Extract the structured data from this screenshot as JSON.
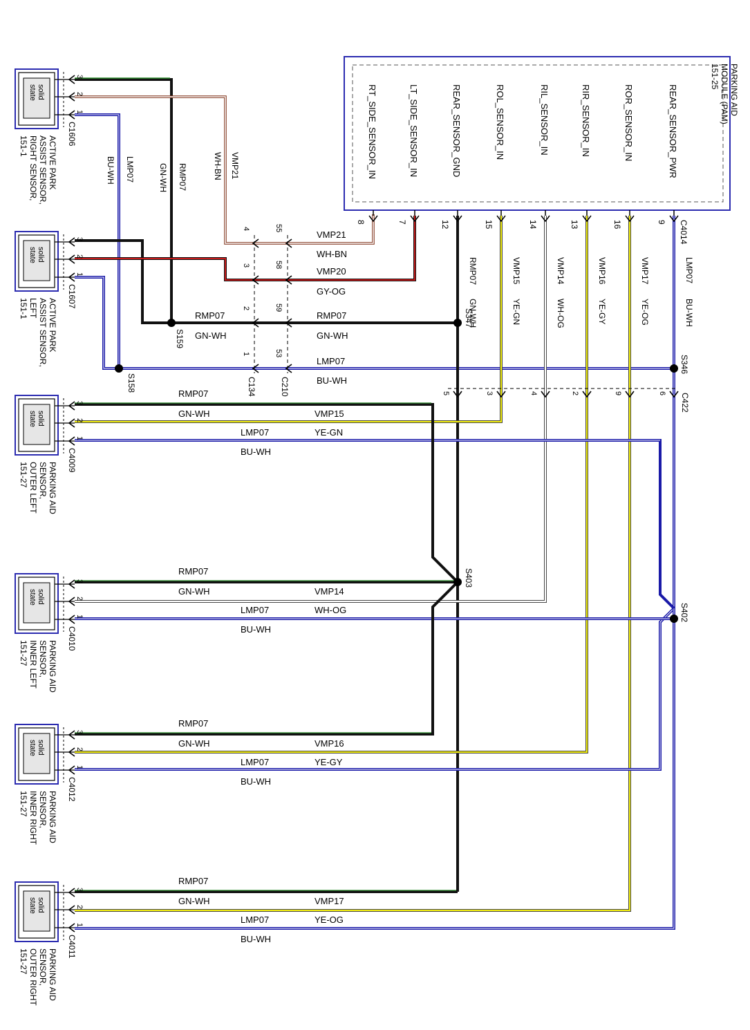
{
  "module": {
    "title": [
      "PARKING AID",
      "MODULE (PAM)",
      "151-25"
    ],
    "connector": "C4014",
    "pins": [
      {
        "signal": "RT_SIDE_SENSOR_IN",
        "pin": "8"
      },
      {
        "signal": "LT_SIDE_SENSOR_IN",
        "pin": "7"
      },
      {
        "signal": "REAR_SENSOR_GND",
        "pin": "12"
      },
      {
        "signal": "ROL_SENSOR_IN",
        "pin": "15"
      },
      {
        "signal": "RIL_SENSOR_IN",
        "pin": "14"
      },
      {
        "signal": "RIR_SENSOR_IN",
        "pin": "13"
      },
      {
        "signal": "ROR_SENSOR_IN",
        "pin": "16"
      },
      {
        "signal": "REAR_SENSOR_PWR",
        "pin": "9"
      }
    ]
  },
  "sensors": [
    {
      "block": "solid state",
      "connector": "C1606",
      "name": [
        "ACTIVE PARK",
        "ASSIST SENSOR,",
        "RIGHT SENSOR,",
        "151-1"
      ],
      "pins": [
        "3",
        "2",
        "1"
      ]
    },
    {
      "block": "solid state",
      "connector": "C1607",
      "name": [
        "ACTIVE PARK",
        "ASSIST SENSOR,",
        "LEFT",
        "151-1"
      ],
      "pins": [
        "3",
        "2",
        "1"
      ]
    },
    {
      "block": "solid state",
      "connector": "C4009",
      "name": [
        "PARKING AID",
        "SENSOR,",
        "OUTER LEFT",
        "151-27"
      ],
      "pins": [
        "3",
        "2",
        "1"
      ]
    },
    {
      "block": "solid state",
      "connector": "C4010",
      "name": [
        "PARKING AID",
        "SENSOR,",
        "INNER LEFT",
        "151-27"
      ],
      "pins": [
        "3",
        "2",
        "1"
      ]
    },
    {
      "block": "solid state",
      "connector": "C4012",
      "name": [
        "PARKING AID",
        "SENSOR,",
        "INNER RIGHT",
        "151-27"
      ],
      "pins": [
        "3",
        "2",
        "1"
      ]
    },
    {
      "block": "solid state",
      "connector": "C4011",
      "name": [
        "PARKING AID",
        "SENSOR,",
        "OUTER RIGHT",
        "151-27"
      ],
      "pins": [
        "3",
        "2",
        "1"
      ]
    }
  ],
  "vertical_labels": {
    "c1606_circuits": [
      "VMP21",
      "WH-BN",
      "RMP07",
      "GN-WH",
      "LMP07",
      "BU-WH"
    ],
    "pam_circuits": [
      {
        "circuit": "RMP07",
        "color": "GN-WH"
      },
      {
        "circuit": "VMP15",
        "color": "YE-GN"
      },
      {
        "circuit": "VMP14",
        "color": "WH-OG"
      },
      {
        "circuit": "VMP16",
        "color": "YE-GY"
      },
      {
        "circuit": "VMP17",
        "color": "YE-OG"
      },
      {
        "circuit": "LMP07",
        "color": "BU-WH"
      }
    ]
  },
  "inline": {
    "c134": "C134",
    "c210": "C210",
    "c134_pins": [
      "4",
      "3",
      "2",
      "1"
    ],
    "c210_pins": [
      "55",
      "58",
      "59",
      "53"
    ],
    "c422": "C422",
    "c422_pins": [
      "5",
      "3",
      "4",
      "2",
      "9",
      "6"
    ]
  },
  "splices": [
    "S159",
    "S158",
    "S347",
    "S346",
    "S403",
    "S402"
  ],
  "wire_labels": {
    "vmp21": "VMP21",
    "whbn": "WH-BN",
    "vmp20": "VMP20",
    "gyog": "GY-OG",
    "rmp07_top_l": "RMP07",
    "gnwh_top_l": "GN-WH",
    "rmp07_top_r": "RMP07",
    "gnwh_top_r": "GN-WH",
    "lmp07_top": "LMP07",
    "buwh_top": "BU-WH",
    "s4009": [
      "RMP07",
      "GN-WH",
      "VMP15",
      "LMP07",
      "YE-GN",
      "BU-WH"
    ],
    "s4010": [
      "RMP07",
      "GN-WH",
      "VMP14",
      "LMP07",
      "WH-OG",
      "BU-WH"
    ],
    "s4012": [
      "RMP07",
      "GN-WH",
      "VMP16",
      "LMP07",
      "YE-GY",
      "BU-WH"
    ],
    "s4011": [
      "RMP07",
      "GN-WH",
      "VMP17",
      "LMP07",
      "YE-OG",
      "BU-WH"
    ]
  },
  "colors": {
    "black": "#111111",
    "blue": "#1a1aa8",
    "yellow": "#f2ee10",
    "red": "#c41a1a",
    "border_blue": "#2b2bb0"
  }
}
